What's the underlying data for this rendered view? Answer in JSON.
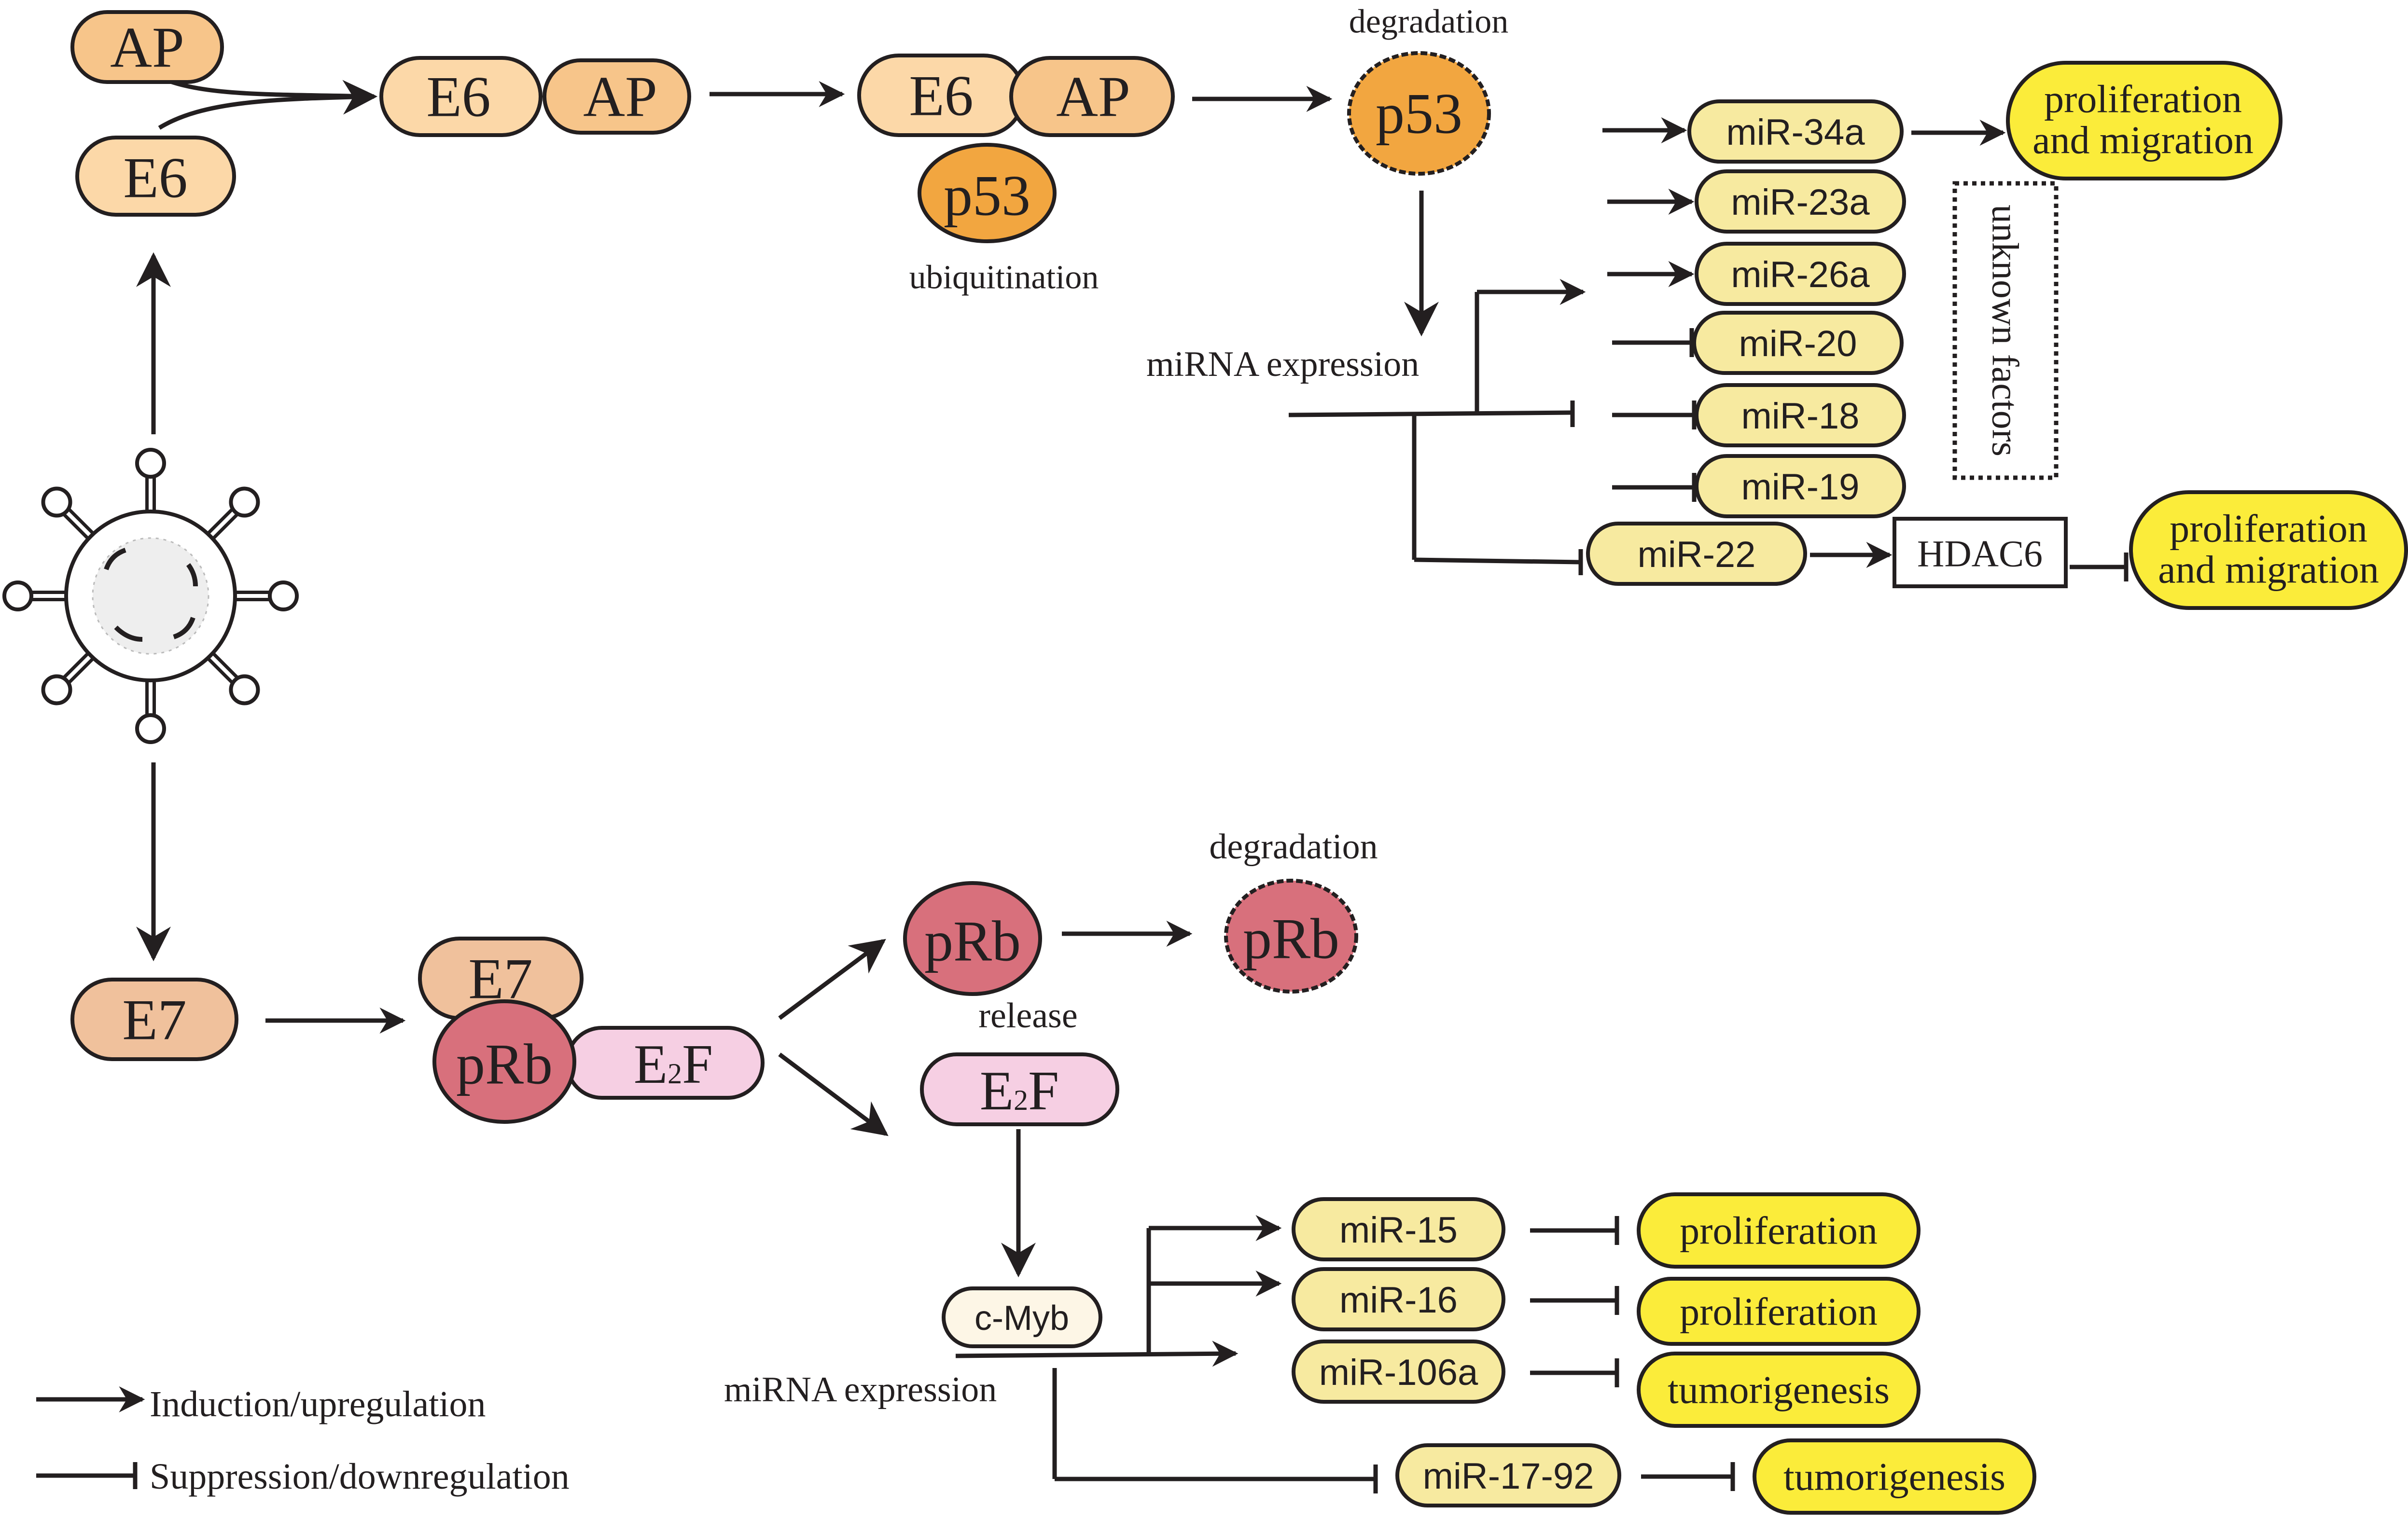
{
  "colors": {
    "protein_light": "#fcd8a8",
    "protein_mid": "#f7c58a",
    "p53_fill": "#f2a640",
    "e7_fill": "#f0c19c",
    "prb_fill": "#d8707c",
    "e2f_fill": "#f6cfe3",
    "mirna_fill": "#f7eaa0",
    "outcome_fill": "#fbec3a",
    "cmyb_fill": "#fdf6e6",
    "line": "#231f20"
  },
  "nodes": {
    "ap_top": "AP",
    "e6_top": "E6",
    "e6_complex": "E6",
    "ap_complex": "AP",
    "e6_ub": "E6",
    "ap_ub": "AP",
    "p53_ub": "p53",
    "p53_deg": "p53",
    "e7_single": "E7",
    "e7_complex": "E7",
    "prb_complex": "pRb",
    "e2f_complex_main": "E",
    "e2f_complex_sub": "2",
    "e2f_complex_end": "F",
    "prb_free": "pRb",
    "prb_deg": "pRb",
    "e2f_release_main": "E",
    "e2f_release_sub": "2",
    "e2f_release_end": "F",
    "cmyb": "c-Myb",
    "hdac6": "HDAC6"
  },
  "labels": {
    "degradation_top": "degradation",
    "ubiquitination": "ubiquitination",
    "mirna_expression_top": "miRNA expression",
    "unknown_factors": "unknown factors",
    "degradation_bottom": "degradation",
    "release": "release",
    "mirna_expression_bottom": "miRNA expression"
  },
  "mirnas_top": [
    "miR-34a",
    "miR-23a",
    "miR-26a",
    "miR-20",
    "miR-18",
    "miR-19",
    "miR-22"
  ],
  "mirnas_bottom": [
    "miR-15",
    "miR-16",
    "miR-106a",
    "miR-17-92"
  ],
  "outcomes": {
    "o34a_line1": "proliferation",
    "o34a_line2": "and migration",
    "o22_line1": "proliferation",
    "o22_line2": "and migration",
    "o15": "proliferation",
    "o16": "proliferation",
    "o106a": "tumorigenesis",
    "o1792": "tumorigenesis"
  },
  "legend": {
    "induction": "Induction/upregulation",
    "suppression": "Suppression/downregulation"
  }
}
